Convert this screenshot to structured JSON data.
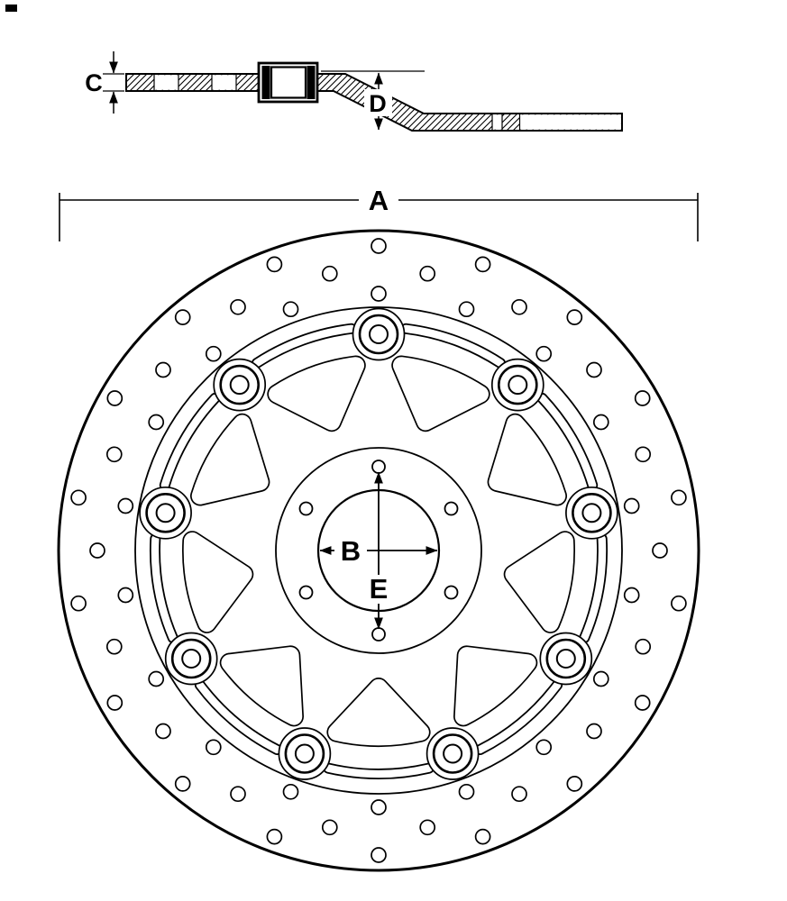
{
  "drawing": {
    "type": "technical-drawing",
    "subject": "floating-brake-disc",
    "labels": {
      "outer_diameter": "A",
      "center_bore": "B",
      "disc_thickness": "C",
      "offset": "D",
      "bolt_circle": "E"
    },
    "colors": {
      "line": "#000000",
      "background": "#ffffff"
    },
    "geometry": {
      "floating_buttons": 9,
      "bolt_holes": 6,
      "drilled_hole_rings": 3,
      "holes_per_ring": 18
    }
  }
}
